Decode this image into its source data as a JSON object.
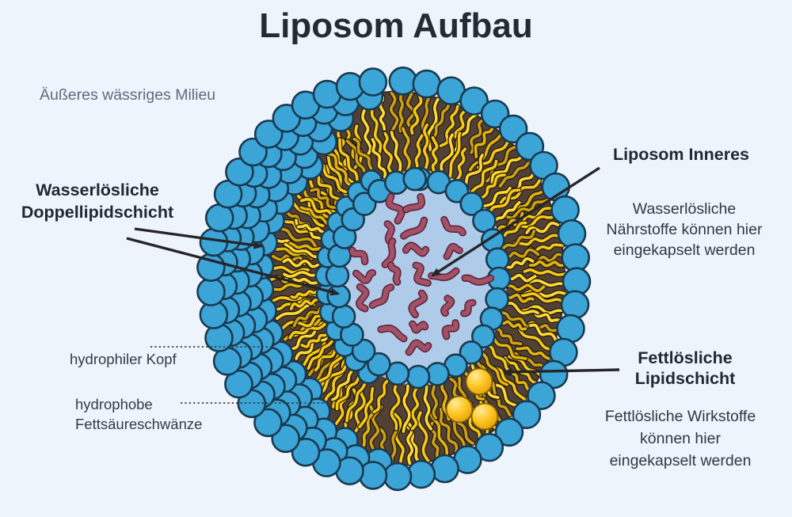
{
  "labels": {
    "title": "Liposom Aufbau",
    "outer_medium": "Äußeres wässriges Milieu",
    "bilayer_title_lines": [
      "Wasserlösliche",
      "Doppellipidschicht"
    ],
    "hydrophilic_head": "hydrophiler Kopf",
    "hydrophobic_tails_lines": [
      "hydrophobe",
      "Fettsäureschwänze"
    ],
    "interior_title": "Liposom Inneres",
    "interior_desc_lines": [
      "Wasserlösliche",
      "Nährstoffe können hier",
      "eingekapselt werden"
    ],
    "lipid_title_lines": [
      "Fettlösliche",
      "Lipidschicht"
    ],
    "lipid_desc_lines": [
      "Fettlösliche Wirkstoffe",
      "können hier",
      "eingekapselt werden"
    ]
  },
  "diagram": {
    "type": "liposome cross-section illustration",
    "parts": [
      "outer ring of hydrophilic heads",
      "inner ring of hydrophilic heads",
      "hydrophobic fatty-acid tails",
      "dark hydrophobic mid-layer",
      "aqueous core with water-soluble nutrient molecules",
      "fat-soluble drug spheres embedded in lipid layer"
    ]
  },
  "colors": {
    "background": "#eef4fb",
    "head_blue": "#3aa5d6",
    "head_outline": "#1b3950",
    "tail_yellow": "#f5c916",
    "tail_outline": "#241a10",
    "hydrophobic_dark": "#514036",
    "core_fill": "#aecbe9",
    "nutrient_fill": "#a25166",
    "nutrient_outline": "#61243a",
    "drug_gold": "#fdc520",
    "arrow": "#26262a"
  }
}
